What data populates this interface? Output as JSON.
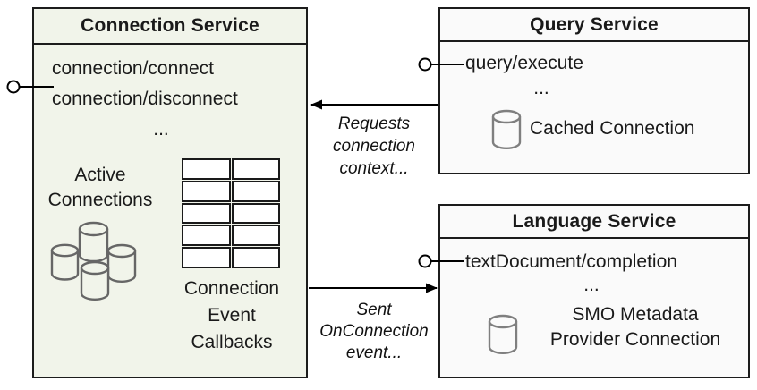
{
  "diagram": {
    "connection_service": {
      "title": "Connection Service",
      "method_1": "connection/connect",
      "method_2": "connection/disconnect",
      "ellipsis": "...",
      "active_connections_label": "Active\nConnections",
      "callbacks_label": "Connection\nEvent\nCallbacks"
    },
    "query_service": {
      "title": "Query Service",
      "method_1": "query/execute",
      "ellipsis": "...",
      "cached_connection_label": "Cached Connection"
    },
    "language_service": {
      "title": "Language Service",
      "method_1": "textDocument/completion",
      "ellipsis": "...",
      "smo_label": "SMO Metadata\nProvider Connection"
    },
    "arrows": {
      "requests_label": "Requests\nconnection\ncontext...",
      "sent_label": "Sent\nOnConnection\nevent..."
    },
    "icons": {
      "active_connections": "database-cylinder-cluster-icon",
      "callback_table": "table-grid-icon",
      "cached_connection": "database-cylinder-icon",
      "smo_provider": "database-cylinder-icon",
      "provided_interface": "lollipop-interface-icon",
      "arrow": "arrowhead-icon"
    },
    "colors": {
      "connection_service_fill": "#f1f4ea",
      "query_service_fill": "#fafafa",
      "language_service_fill": "#fafafa",
      "box_border": "#1c1c1c",
      "connector_line": "#000000",
      "cylinder_stroke_cluster": "#666666",
      "cylinder_stroke_single": "#7f7f7f",
      "table_cell_fill": "#ffffff",
      "text": "#1a1a1a"
    }
  }
}
